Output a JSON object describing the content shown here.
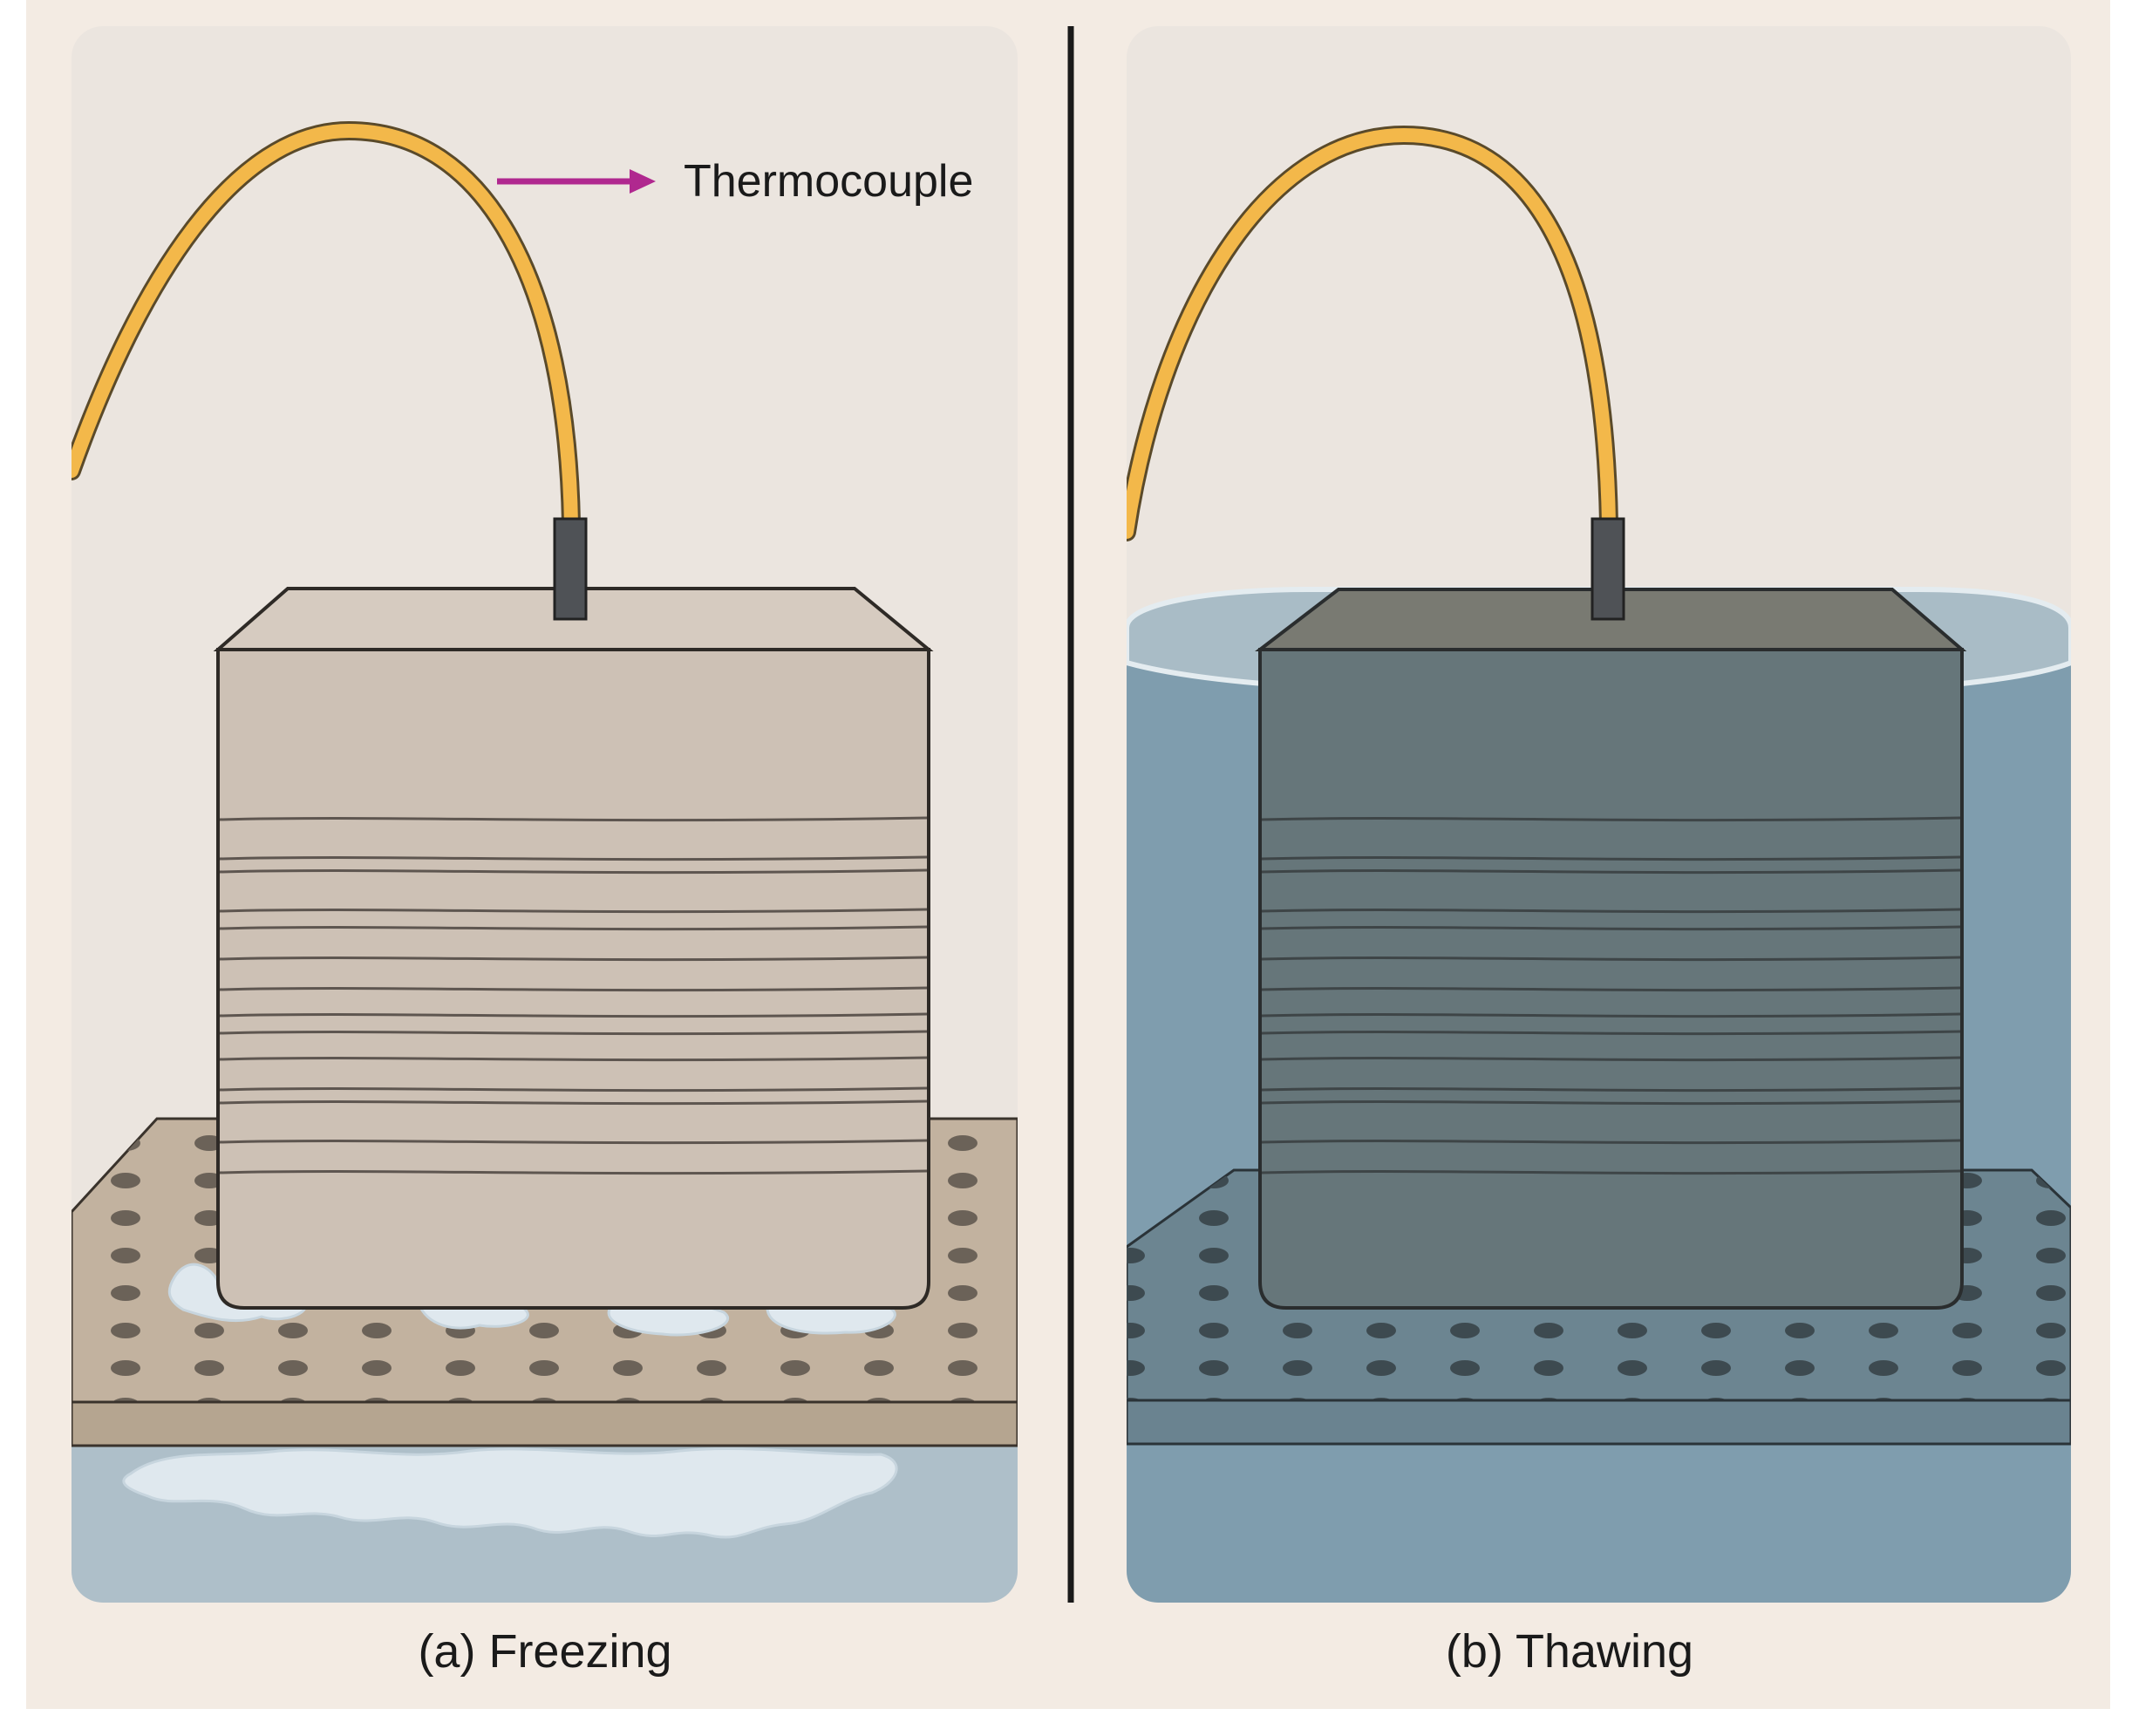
{
  "annotation": {
    "label": "Thermocouple"
  },
  "panels": [
    {
      "id": "a",
      "caption": "(a) Freezing"
    },
    {
      "id": "b",
      "caption": "(b) Thawing"
    }
  ],
  "colors": {
    "background": "#f3ebe3",
    "panel_bg": "#ebe5df",
    "cable": "#f3b84a",
    "cable_outline": "#5a4a2a",
    "arrow": "#b0288f",
    "concrete_dry": "#cdc1b5",
    "concrete_wet": "#66767a",
    "water": "#7f9dae",
    "ice": "#dfe8ee",
    "tray_dry": "#c2b29f",
    "tray_wet": "#6c8591"
  }
}
